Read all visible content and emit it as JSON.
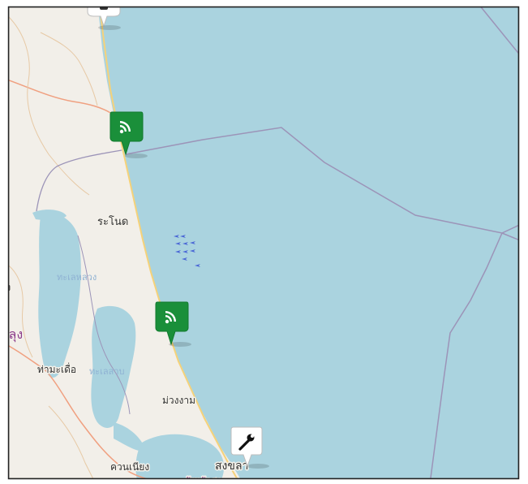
{
  "colors": {
    "sea": "#aad3df",
    "land": "#f2efe9",
    "lagoon": "#aad3df",
    "maritime_boundary": "#9c94b8",
    "road_major": "#e7c9a5",
    "road_primary": "#f0a080",
    "coastal_road": "#f5d27a",
    "marker_signal": "#1a8f3a",
    "marker_tool": "#ffffff",
    "fish_arrows": "#4a67d6",
    "frame": "#222222"
  },
  "labels": {
    "ranot": "ระโนด",
    "thale_luang": "ทะเลหลวง",
    "luang_left": "ลุง",
    "phatthalung": "ทลุง",
    "kham_mueang": "ท่ามะเดื่อ",
    "thale_sap": "ทะเลสาบ",
    "muang_ngam": "ม่วงงาม",
    "khuan_niang": "ควนเนียง",
    "songkhla": "สงขลา",
    "songkhla_sub": "จังหวัดสงขลา"
  },
  "markers": [
    {
      "name": "signal-marker-1",
      "icon": "rss-icon"
    },
    {
      "name": "signal-marker-2",
      "icon": "rss-icon"
    },
    {
      "name": "tool-marker",
      "icon": "wrench-icon"
    },
    {
      "name": "top-marker",
      "icon": "pin-icon"
    }
  ]
}
